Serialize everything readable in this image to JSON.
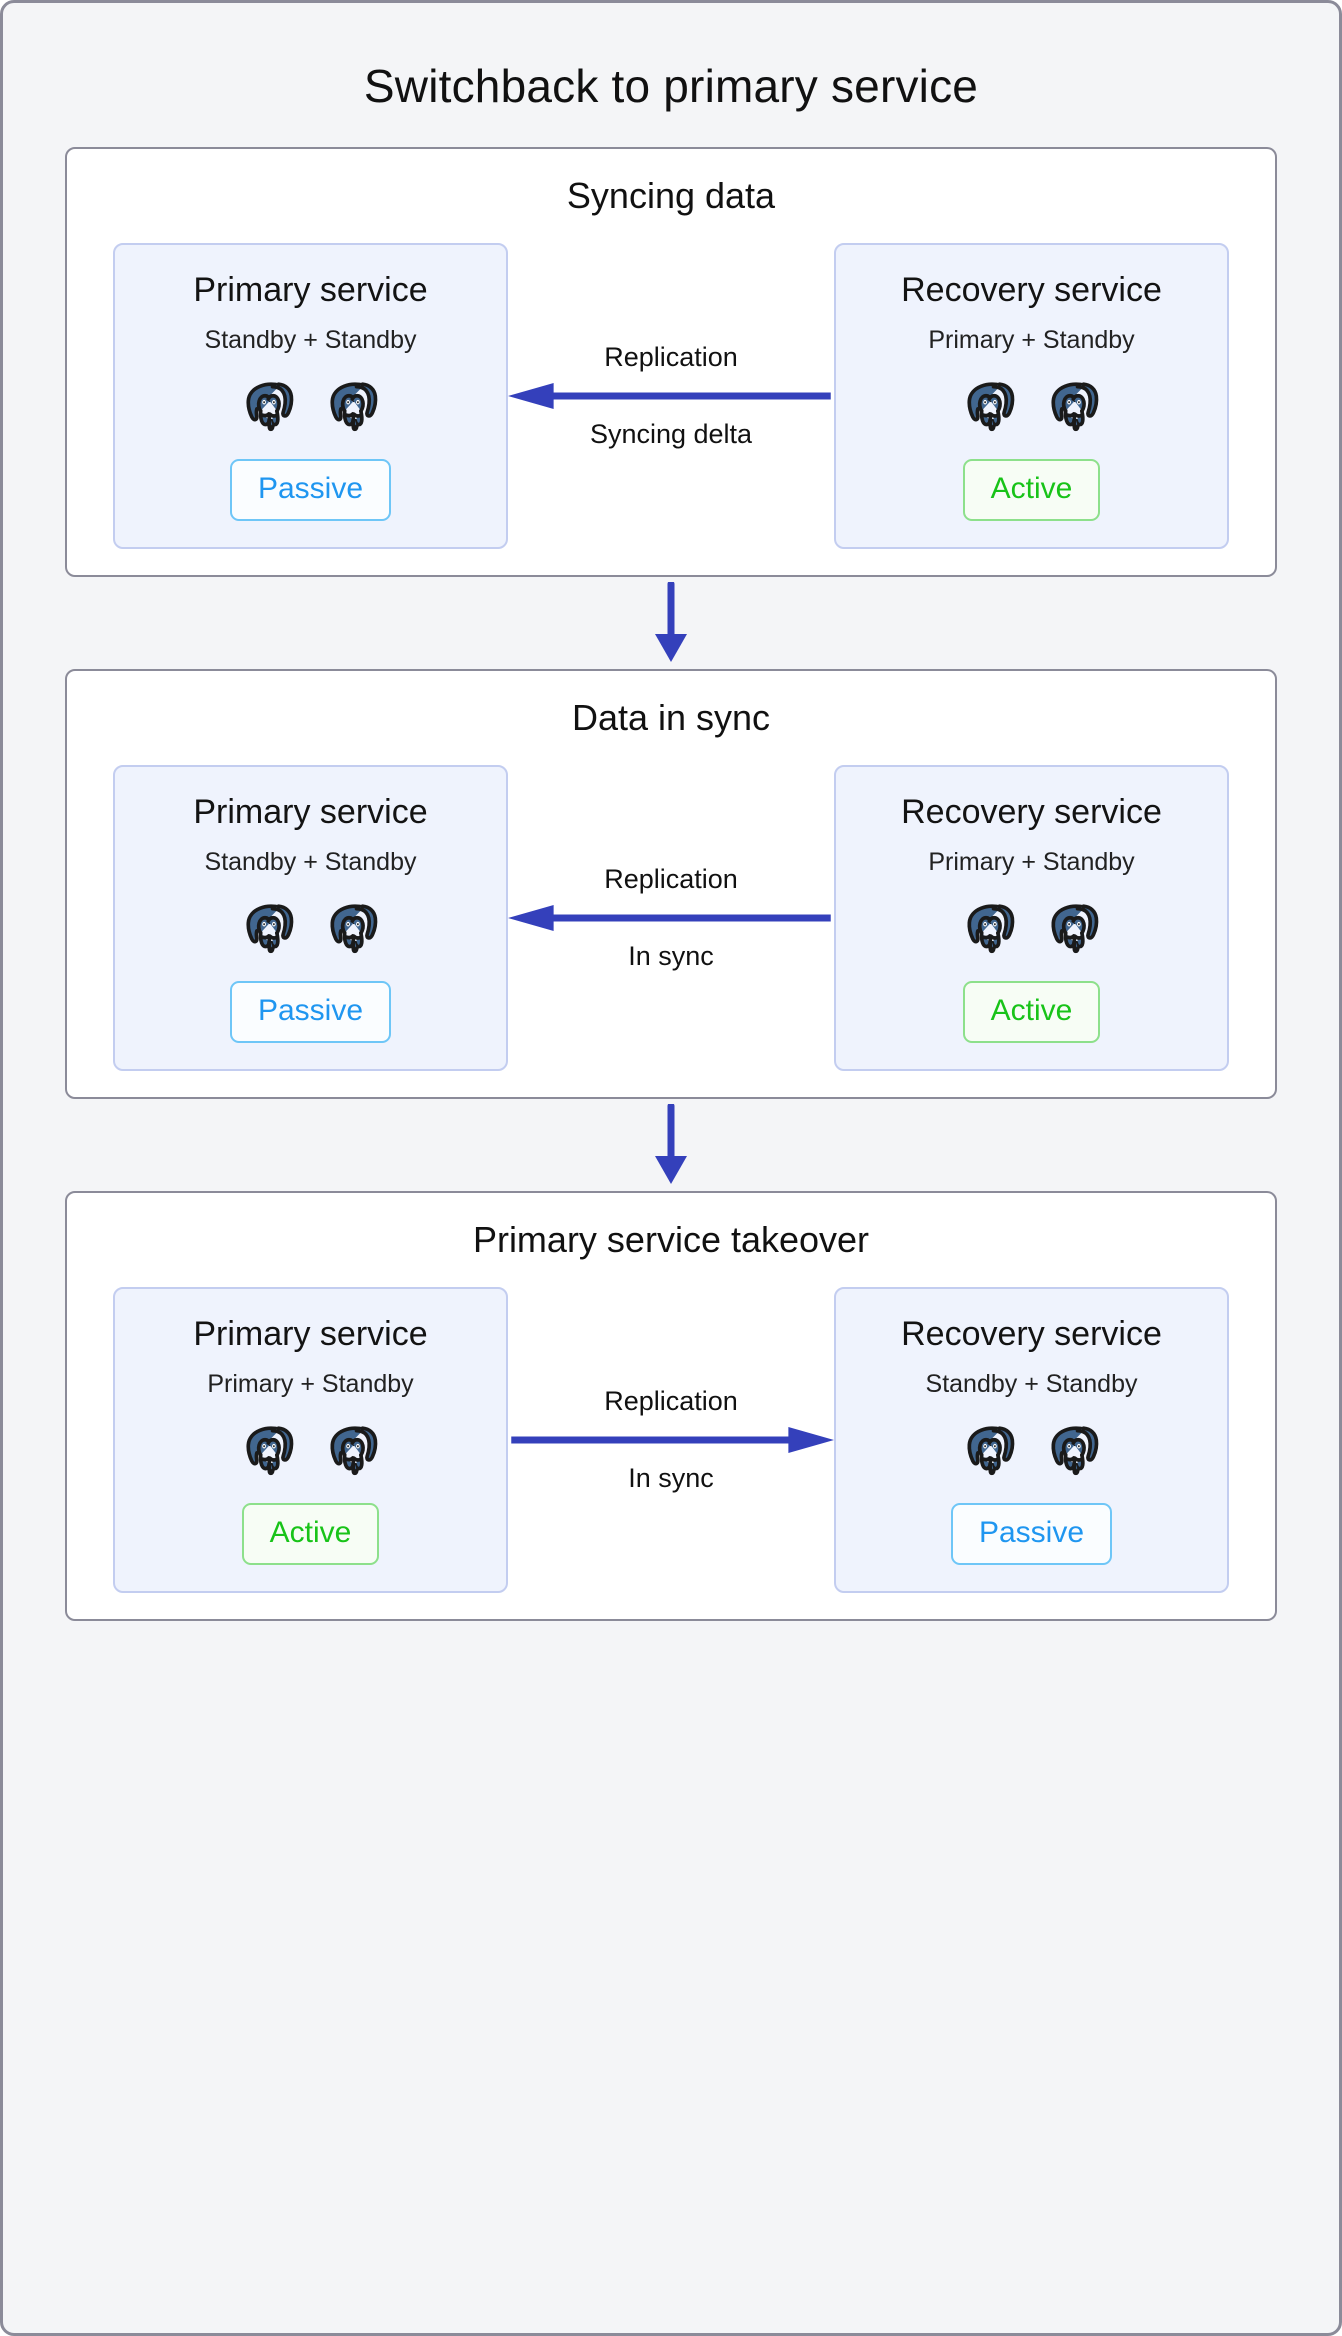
{
  "page": {
    "title": "Switchback to primary service",
    "background": "#f4f5f7",
    "accent_arrow": "#3440bb",
    "card_bg": "#eff3fd",
    "card_border": "#c3cdf0",
    "passive_color": "#1f96f0",
    "active_color": "#18c318",
    "node_icon": "postgresql-elephant-icon"
  },
  "stages": [
    {
      "title": "Syncing data",
      "left": {
        "name": "Primary service",
        "roles": "Standby + Standby",
        "nodes": 2,
        "status": "Passive",
        "status_kind": "passive"
      },
      "right": {
        "name": "Recovery service",
        "roles": "Primary + Standby",
        "nodes": 2,
        "status": "Active",
        "status_kind": "active"
      },
      "link": {
        "top_label": "Replication",
        "bottom_label": "Syncing delta",
        "direction": "left"
      }
    },
    {
      "title": "Data in sync",
      "left": {
        "name": "Primary service",
        "roles": "Standby + Standby",
        "nodes": 2,
        "status": "Passive",
        "status_kind": "passive"
      },
      "right": {
        "name": "Recovery service",
        "roles": "Primary + Standby",
        "nodes": 2,
        "status": "Active",
        "status_kind": "active"
      },
      "link": {
        "top_label": "Replication",
        "bottom_label": "In sync",
        "direction": "left"
      }
    },
    {
      "title": "Primary service takeover",
      "left": {
        "name": "Primary service",
        "roles": "Primary + Standby",
        "nodes": 2,
        "status": "Active",
        "status_kind": "active"
      },
      "right": {
        "name": "Recovery service",
        "roles": "Standby + Standby",
        "nodes": 2,
        "status": "Passive",
        "status_kind": "passive"
      },
      "link": {
        "top_label": "Replication",
        "bottom_label": "In sync",
        "direction": "right"
      }
    }
  ],
  "connectors": [
    {
      "icon": "arrow-down-icon"
    },
    {
      "icon": "arrow-down-icon"
    }
  ]
}
